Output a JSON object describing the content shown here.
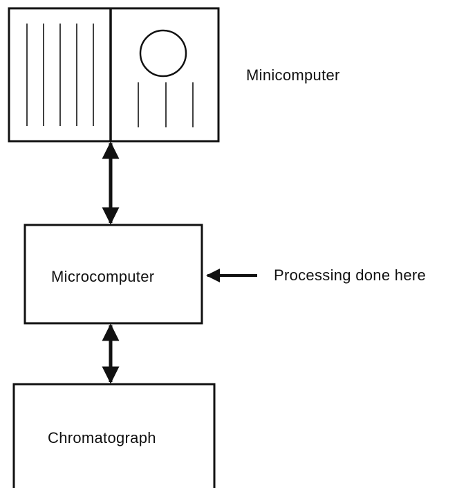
{
  "nodes": {
    "minicomputer": {
      "label": "Minicomputer"
    },
    "microcomputer": {
      "label": "Microcomputer"
    },
    "chromatograph": {
      "label": "Chromatograph"
    }
  },
  "annotation": {
    "label": "Processing done here"
  },
  "colors": {
    "stroke": "#111111",
    "background": "#ffffff"
  }
}
